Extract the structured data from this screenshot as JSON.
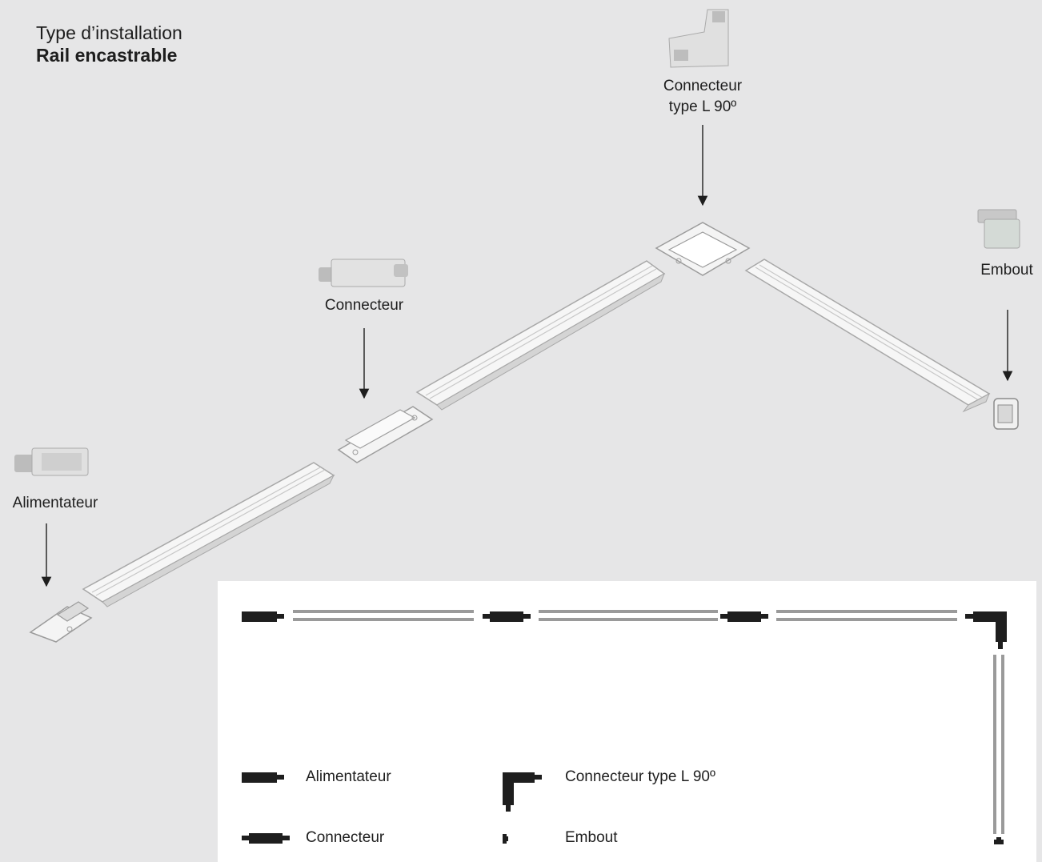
{
  "header": {
    "line1": "Type d’installation",
    "line2": "Rail encastrable"
  },
  "components": {
    "alimentateur": "Alimentateur",
    "connecteur": "Connecteur",
    "connecteur_l_line1": "Connecteur",
    "connecteur_l_line2": "type L 90º",
    "embout": "Embout"
  },
  "legend": {
    "items": [
      {
        "label": "Alimentateur",
        "icon": "power-feed-icon"
      },
      {
        "label": "Connecteur type L 90º",
        "icon": "l-connector-icon"
      },
      {
        "label": "Connecteur",
        "icon": "straight-connector-icon"
      },
      {
        "label": "Embout",
        "icon": "end-cap-icon"
      }
    ]
  },
  "colors": {
    "background": "#e6e6e7",
    "panel": "#ffffff",
    "symbol": "#1e1e1e",
    "rail": "#9a9a9a"
  }
}
